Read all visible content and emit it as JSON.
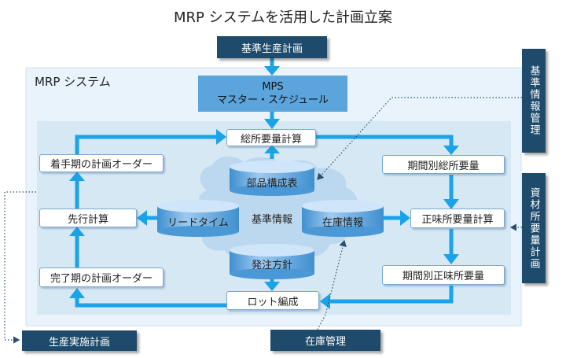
{
  "title": "MRP システムを活用した計画立案",
  "system_label": "MRP システム",
  "input_top": "基準生産計画",
  "mps": {
    "line1": "MPS",
    "line2": "マスター・スケジュール"
  },
  "boxes": {
    "gross_requirements_calc": "総所要量計算",
    "gross_by_period": "期間別総所要量",
    "net_requirements_calc": "正味所要量計算",
    "net_by_period": "期間別正味所要量",
    "lot_sizing": "ロット編成",
    "completion_orders": "完了期の計画オーダー",
    "lead_time_offset": "先行計算",
    "start_orders": "着手期の計画オーダー"
  },
  "center": {
    "label": "基準情報",
    "bom": "部品構成表",
    "lead_time": "リードタイム",
    "inventory": "在庫情報",
    "order_policy": "発注方針"
  },
  "external": {
    "master_data_management": "基準情報管理",
    "materials_requirements_planning": "資材所要量計画",
    "production_execution_plan": "生産実施計画",
    "inventory_management": "在庫管理"
  },
  "colors": {
    "navy": "#1e4a6b",
    "arrow": "#1aa3e8",
    "system_bg": "#e9f3fb",
    "inner_bg": "#d7e8f5",
    "mps_bg": "#5ba5dc",
    "cloud": "#bcd8ee",
    "dotted": "#2a4f6e"
  }
}
